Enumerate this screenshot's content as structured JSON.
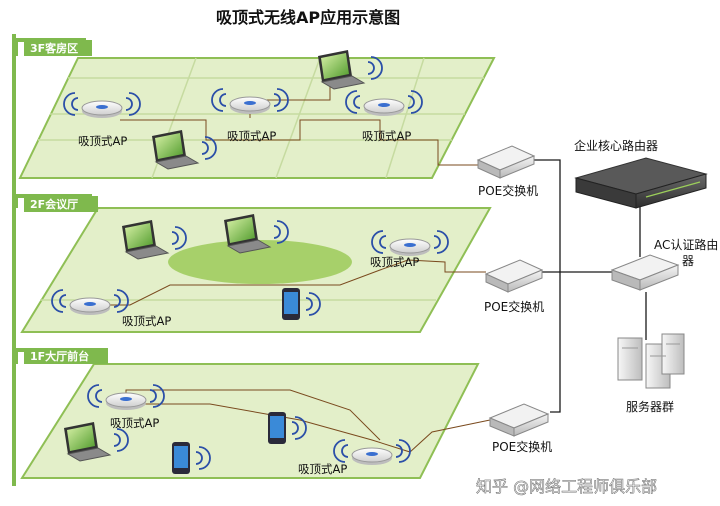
{
  "title": "吸顶式无线AP应用示意图",
  "floors": [
    {
      "label": "3F客房区"
    },
    {
      "label": "2F会议厅"
    },
    {
      "label": "1F大厅前台"
    }
  ],
  "labels": {
    "ap": "吸顶式AP",
    "poe_switch": "POE交换机",
    "core_router": "企业核心路由器",
    "ac_router_line1": "AC认证路由",
    "ac_router_line2": "器",
    "servers": "服务器群"
  },
  "watermark": "知乎 @网络工程师俱乐部",
  "colors": {
    "floor_fill": "#e3efc9",
    "floor_border": "#8fbf55",
    "floor_inner_line": "#c6dba0",
    "green_band": "#7fb94d",
    "ellipse": "#a7d06a",
    "cable": "#7a4a1e",
    "trunk": "#1a1a1a"
  }
}
